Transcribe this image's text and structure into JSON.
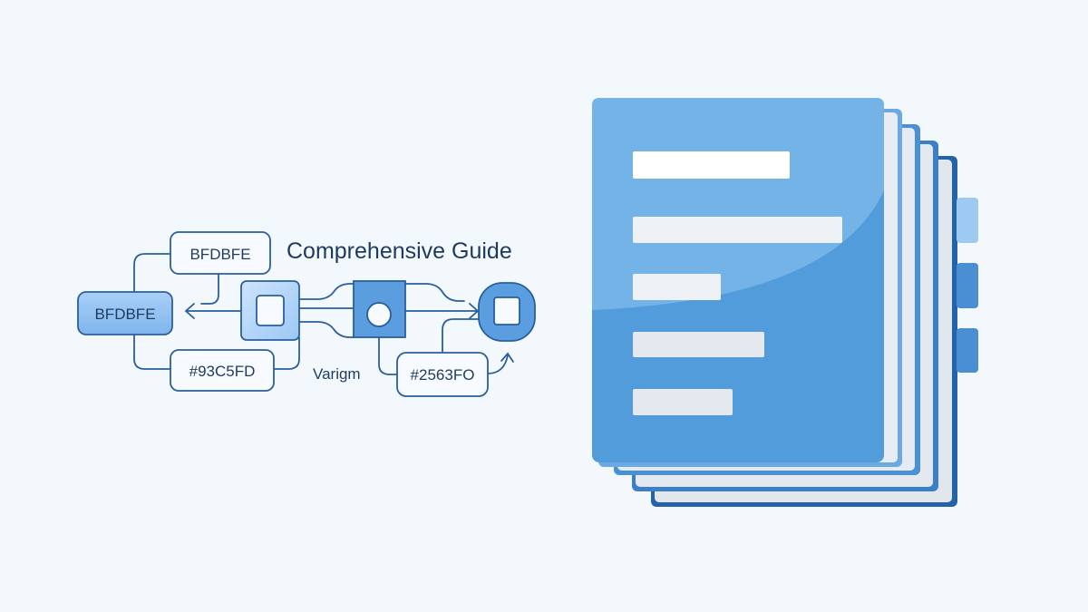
{
  "title": "Comprehensive Guide",
  "nodes": {
    "top_box": "BFDBFE",
    "left_box": "BFDBFE",
    "bottom_left_box": "#93C5FD",
    "middle_label": "Varigm",
    "bottom_right_box": "#2563FO"
  },
  "colors": {
    "background": "#f3f8fd",
    "stroke": "#2a5f9e",
    "light_fill": "#bfdbfe",
    "mid_fill": "#93c5fd",
    "dark_fill": "#5b9ee0",
    "doc_blue": "#519bdb"
  }
}
